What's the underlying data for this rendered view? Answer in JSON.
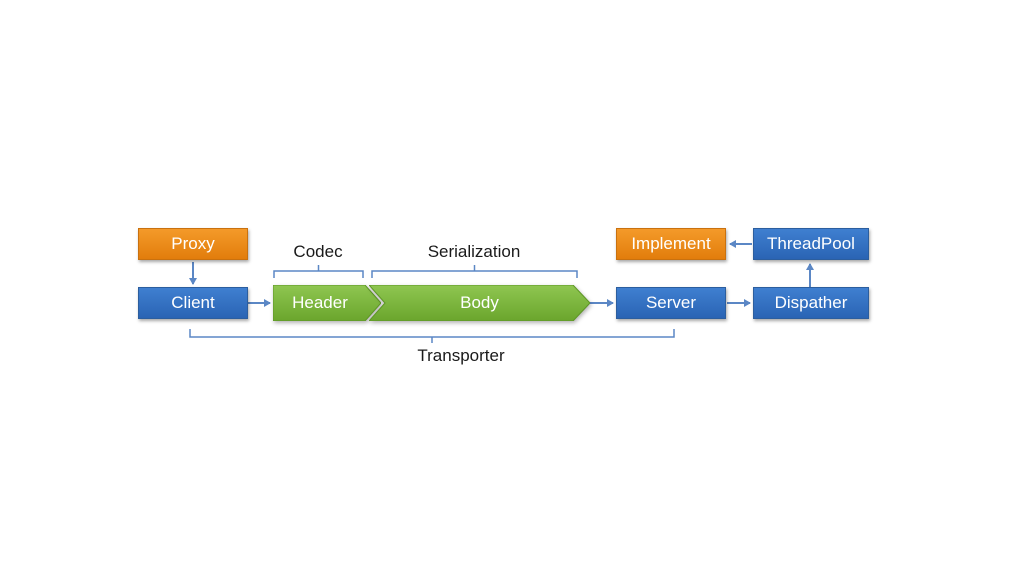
{
  "nodes": {
    "proxy": "Proxy",
    "client": "Client",
    "header": "Header",
    "body": "Body",
    "server": "Server",
    "dispatcher": "Dispather",
    "threadpool": "ThreadPool",
    "implement": "Implement"
  },
  "brackets": {
    "codec": "Codec",
    "serialization": "Serialization",
    "transporter": "Transporter"
  },
  "colors": {
    "blue": "#3a74c4",
    "orange": "#ef8a18",
    "green": "#7bb43a",
    "connector": "#5b87c5"
  }
}
